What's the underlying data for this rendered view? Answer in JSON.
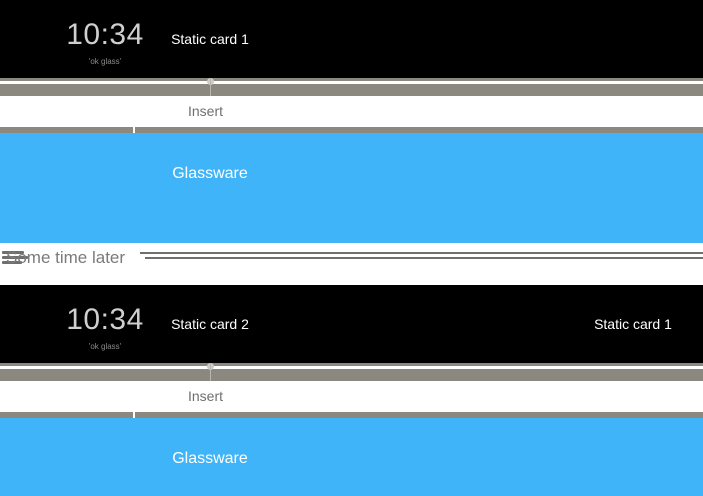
{
  "clock": {
    "time": "10:34",
    "hint": "'ok glass'"
  },
  "sections": [
    {
      "id": "first",
      "cards": [
        {
          "label": "Static card 1"
        }
      ],
      "track": {
        "insert_label": "Insert"
      },
      "glassware": {
        "label": "Glassware"
      }
    },
    {
      "id": "second",
      "cards": [
        {
          "label": "Static card 2"
        },
        {
          "label": "Static card 1"
        }
      ],
      "track": {
        "insert_label": "Insert"
      },
      "glassware": {
        "label": "Glassware"
      }
    }
  ],
  "divider": {
    "label": "Some time later"
  },
  "colors": {
    "card_background": "#000000",
    "card_text": "#ffffff",
    "clock_text": "#cfcfcf",
    "clock_hint_text": "#8a8a8a",
    "glassware_background": "#3fb4f9",
    "glassware_text": "#ffffff",
    "track_bar": "#8b887f",
    "insert_text": "#6f6f6f",
    "divider_text": "#7a7a7a",
    "page_background": "#ffffff"
  }
}
